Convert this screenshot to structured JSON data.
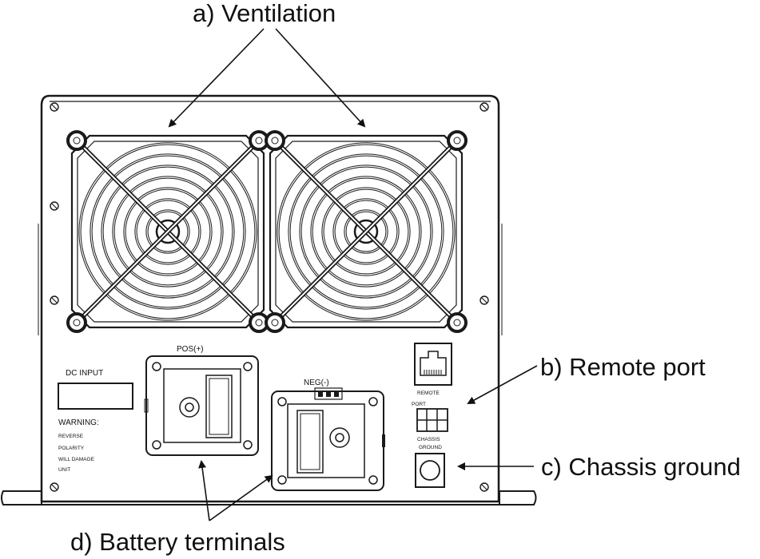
{
  "callouts": {
    "ventilation": "a) Ventilation",
    "remote_port": "b) Remote port",
    "chassis_ground": "c) Chassis ground",
    "battery_terminals": "d) Battery terminals"
  },
  "panel": {
    "dc_input": "DC INPUT",
    "warning_title": "WARNING:",
    "warning_lines": [
      "REVERSE",
      "POLARITY",
      "WILL DAMAGE",
      "UNIT"
    ],
    "pos_label": "POS(+)",
    "neg_label": "NEG(-)",
    "remote_label": "REMOTE",
    "port_label": "PORT",
    "chassis_label_1": "CHASSIS",
    "chassis_label_2": "GROUND"
  },
  "colors": {
    "ink": "#1a1a1a",
    "background": "#ffffff"
  }
}
